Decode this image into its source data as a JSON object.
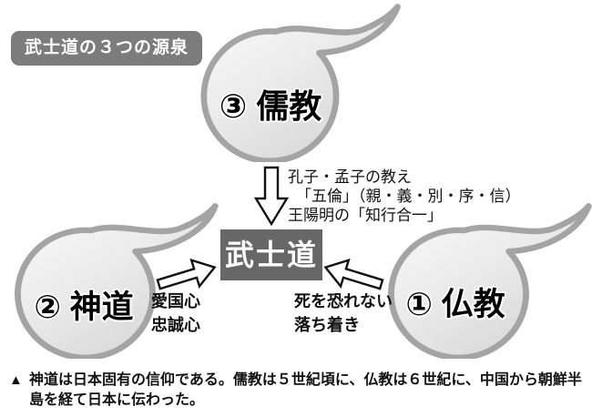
{
  "title": {
    "label": "武士道の３つの源泉"
  },
  "diagram": {
    "center": {
      "label": "武士道"
    },
    "sources": [
      {
        "id": "buddhism",
        "label": "① 仏教"
      },
      {
        "id": "shinto",
        "label": "② 神道"
      },
      {
        "id": "confucianism",
        "label": "③ 儒教"
      }
    ],
    "influences": {
      "confucianism": {
        "lines": [
          "孔子・孟子の教え",
          "「五倫」（親・義・別・序・信）",
          "王陽明の「知行合一」"
        ]
      },
      "shinto": {
        "lines": [
          "愛国心",
          "忠誠心"
        ]
      },
      "buddhism": {
        "lines": [
          "死を恐れない",
          "落ち着き"
        ]
      }
    }
  },
  "caption": {
    "marker": "▲",
    "lines": [
      "神道は日本固有の信仰である。儒教は５世紀頃に、仏教は６世紀に、中国から朝鮮半",
      "島を経て日本に伝わった。"
    ]
  },
  "colors": {
    "title_bg": "#7c7c7c",
    "center_bg": "#676767",
    "shape_outline": "#a4a4a4",
    "shape_fill_light": "#fafafa",
    "shape_fill_dark": "#d5d5d5"
  }
}
